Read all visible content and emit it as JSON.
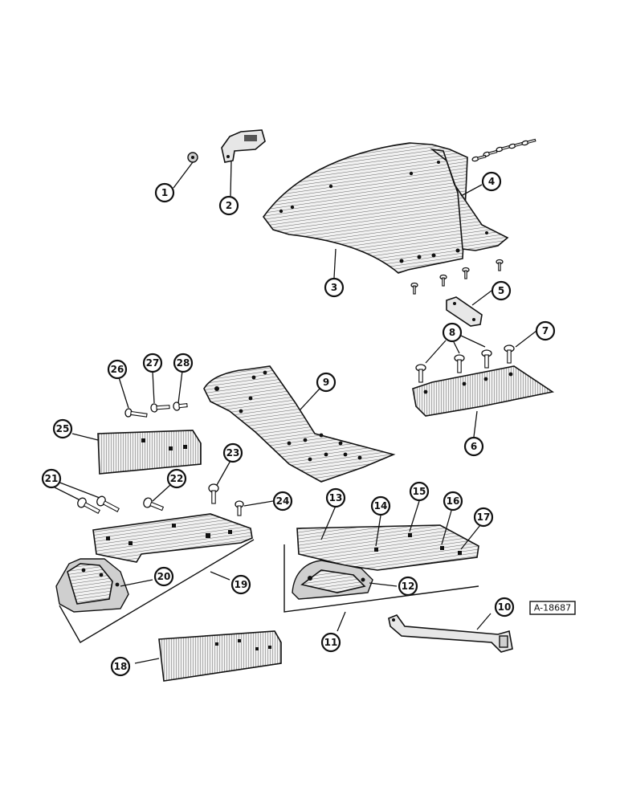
{
  "reference_code": "A-18687",
  "callouts": [
    {
      "label": "1"
    },
    {
      "label": "2"
    },
    {
      "label": "3"
    },
    {
      "label": "4"
    },
    {
      "label": "5"
    },
    {
      "label": "6"
    },
    {
      "label": "7"
    },
    {
      "label": "8"
    },
    {
      "label": "9"
    },
    {
      "label": "10"
    },
    {
      "label": "11"
    },
    {
      "label": "12"
    },
    {
      "label": "13"
    },
    {
      "label": "14"
    },
    {
      "label": "15"
    },
    {
      "label": "16"
    },
    {
      "label": "17"
    },
    {
      "label": "18"
    },
    {
      "label": "19"
    },
    {
      "label": "20"
    },
    {
      "label": "21"
    },
    {
      "label": "22"
    },
    {
      "label": "23"
    },
    {
      "label": "24"
    },
    {
      "label": "25"
    },
    {
      "label": "26"
    },
    {
      "label": "27"
    },
    {
      "label": "28"
    }
  ]
}
